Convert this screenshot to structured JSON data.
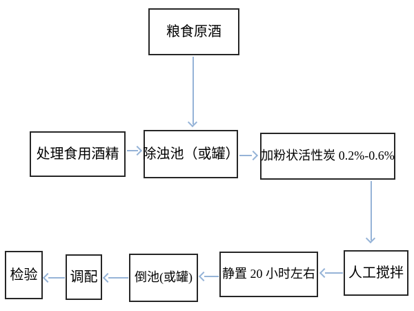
{
  "diagram": {
    "type": "flowchart",
    "nodes": [
      {
        "id": "grain-base-liquor",
        "label": "粮食原酒"
      },
      {
        "id": "treat-edible-alcohol",
        "label": "处理食用酒精"
      },
      {
        "id": "turbidity-removal-pool",
        "label": "除浊池（或罐）"
      },
      {
        "id": "add-powdered-activated-carbon",
        "label": "加粉状活性炭 0.2%-0.6%"
      },
      {
        "id": "manual-stirring",
        "label": "人工搅拌"
      },
      {
        "id": "stand-still-20-hours",
        "label": "静置 20 小时左右"
      },
      {
        "id": "pour-to-pool",
        "label": "倒池(或罐)"
      },
      {
        "id": "blending",
        "label": "调配"
      },
      {
        "id": "inspection",
        "label": "检验"
      }
    ],
    "edges": [
      {
        "from": "粮食原酒",
        "to": "除浊池（或罐）",
        "direction": "down"
      },
      {
        "from": "处理食用酒精",
        "to": "除浊池（或罐）",
        "direction": "right"
      },
      {
        "from": "除浊池（或罐）",
        "to": "加粉状活性炭 0.2%-0.6%",
        "direction": "right"
      },
      {
        "from": "加粉状活性炭 0.2%-0.6%",
        "to": "人工搅拌",
        "direction": "down"
      },
      {
        "from": "人工搅拌",
        "to": "静置 20 小时左右",
        "direction": "left"
      },
      {
        "from": "静置 20 小时左右",
        "to": "倒池(或罐)",
        "direction": "left"
      },
      {
        "from": "倒池(或罐)",
        "to": "调配",
        "direction": "left"
      },
      {
        "from": "调配",
        "to": "检验",
        "direction": "left"
      }
    ],
    "colors": {
      "arrow": "#95b3d7",
      "box_border": "#262626",
      "text": "#000000",
      "background": "#ffffff"
    }
  }
}
